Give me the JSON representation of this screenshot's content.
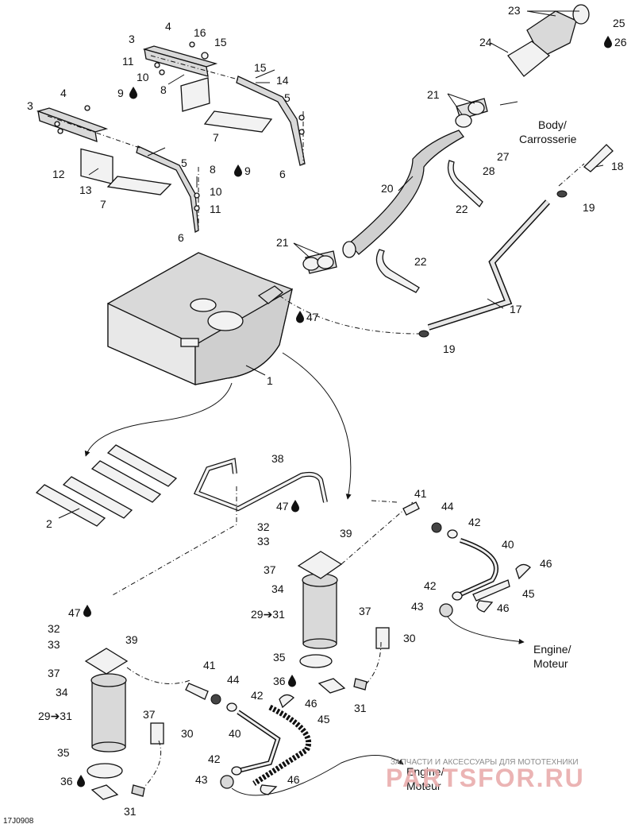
{
  "figure_code": "17J0908",
  "notes": {
    "body": [
      "Body/",
      "Carrosserie"
    ],
    "engine": [
      "Engine/",
      "Moteur"
    ]
  },
  "watermark": {
    "caption": "ЗАПЧАСТИ И АКСЕССУАРЫ ДЛЯ МОТОТЕХНИКИ",
    "brand": "PARTSFOR.RU"
  },
  "colors": {
    "line": "#111111",
    "part_fill": "#d9d9d9",
    "watermark": "#e8a8a8"
  },
  "callouts": {
    "c1": "1",
    "c2": "2",
    "c3": "3",
    "c4": "4",
    "c5": "5",
    "c6": "6",
    "c7": "7",
    "c8": "8",
    "c9": "9",
    "c10": "10",
    "c11": "11",
    "c12": "12",
    "c13": "13",
    "c14": "14",
    "c15": "15",
    "c16": "16",
    "c17": "17",
    "c18": "18",
    "c19": "19",
    "c20": "20",
    "c21": "21",
    "c22": "22",
    "c23": "23",
    "c24": "24",
    "c25": "25",
    "c26": "26",
    "c27": "27",
    "c28": "28",
    "c29_31": "29➔31",
    "c30": "30",
    "c31": "31",
    "c32": "32",
    "c33": "33",
    "c34": "34",
    "c35": "35",
    "c36": "36",
    "c37": "37",
    "c38": "38",
    "c39": "39",
    "c40": "40",
    "c41": "41",
    "c42": "42",
    "c43": "43",
    "c44": "44",
    "c45": "45",
    "c46": "46",
    "c47": "47"
  },
  "icons": {
    "drop": "oil-drop-icon"
  }
}
